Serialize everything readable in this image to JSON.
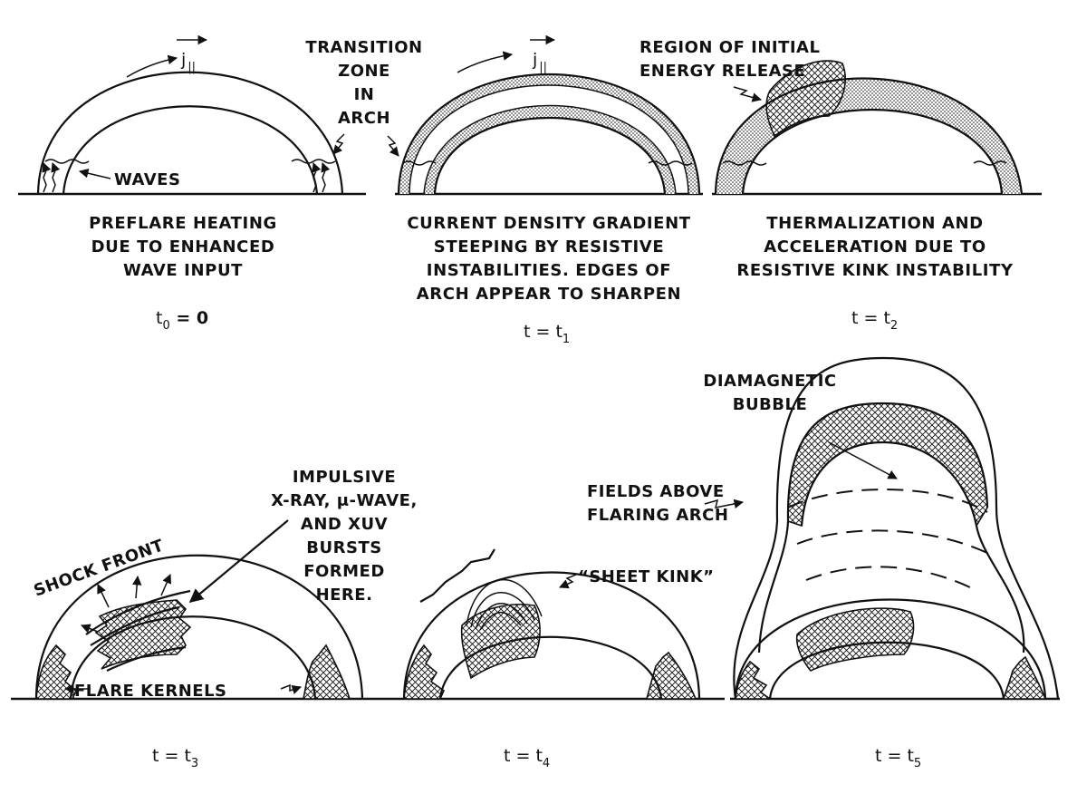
{
  "panels": {
    "t0": {
      "labels": {
        "j": "j",
        "j_sub": "||",
        "waves": "WAVES"
      },
      "caption": [
        "PREFLARE HEATING",
        "DUE TO ENHANCED",
        "WAVE INPUT"
      ],
      "time": {
        "main": "t",
        "sub": "0",
        "rest": " = 0"
      }
    },
    "transition": {
      "lines": [
        "TRANSITION",
        "ZONE",
        "IN",
        "ARCH"
      ]
    },
    "t1": {
      "labels": {
        "j": "j",
        "j_sub": "||"
      },
      "caption": [
        "CURRENT DENSITY GRADIENT",
        "STEEPING BY RESISTIVE",
        "INSTABILITIES.  EDGES OF",
        "ARCH APPEAR TO SHARPEN"
      ],
      "time": {
        "main": "t = t",
        "sub": "1"
      }
    },
    "t2": {
      "labels": {
        "region": [
          "REGION OF INITIAL",
          "ENERGY RELEASE"
        ]
      },
      "caption": [
        "THERMALIZATION AND",
        "ACCELERATION DUE TO",
        "RESISTIVE KINK INSTABILITY"
      ],
      "time": {
        "main": "t = t",
        "sub": "2"
      }
    },
    "t3": {
      "labels": {
        "shock": "SHOCK FRONT",
        "impulsive": [
          "IMPULSIVE",
          "X-RAY, μ-WAVE,",
          "AND XUV",
          "BURSTS",
          "FORMED",
          "HERE."
        ],
        "kernels": "FLARE KERNELS"
      },
      "time": {
        "main": "t = t",
        "sub": "3"
      }
    },
    "t4": {
      "labels": {
        "sheet": "“SHEET KINK”"
      },
      "time": {
        "main": "t = t",
        "sub": "4"
      }
    },
    "t5": {
      "labels": {
        "bubble": [
          "DIAMAGNETIC",
          "BUBBLE"
        ],
        "fields": [
          "FIELDS ABOVE",
          "FLARING ARCH"
        ]
      },
      "time": {
        "main": "t = t",
        "sub": "5"
      }
    }
  },
  "colors": {
    "ink": "#111111",
    "background": "#ffffff"
  }
}
